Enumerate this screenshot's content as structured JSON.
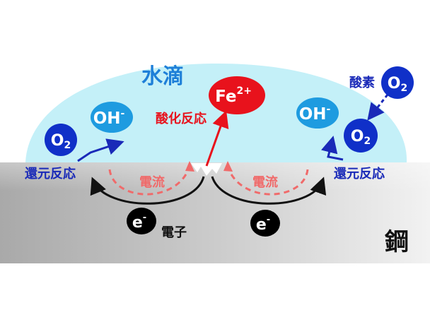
{
  "labels": {
    "water_droplet": "水滴",
    "oxygen": "酸素",
    "oxidation_reaction": "酸化反応",
    "reduction_reaction_left": "還元反応",
    "reduction_reaction_right": "還元反応",
    "current_left": "電流",
    "current_right": "電流",
    "electron": "電子",
    "steel": "鋼"
  },
  "species": {
    "o2_base": "O",
    "o2_sub": "2",
    "oh_base": "OH",
    "oh_sup": "-",
    "fe_base": "Fe",
    "fe_sup": "2+",
    "e_base": "e",
    "e_sup": "-"
  },
  "colors": {
    "droplet": "#c4f0f8",
    "blue_circle": "#1030c8",
    "light_circle": "#1e9be0",
    "fe_circle": "#e8121c",
    "arrow_blue": "#1a2ab8",
    "arrow_red": "#e8121c",
    "current_dash": "#f06a6a",
    "electron_circle": "#000000",
    "label_blue": "#1a2ab8",
    "label_red": "#e8121c",
    "label_droplet": "#1e7fd8"
  }
}
